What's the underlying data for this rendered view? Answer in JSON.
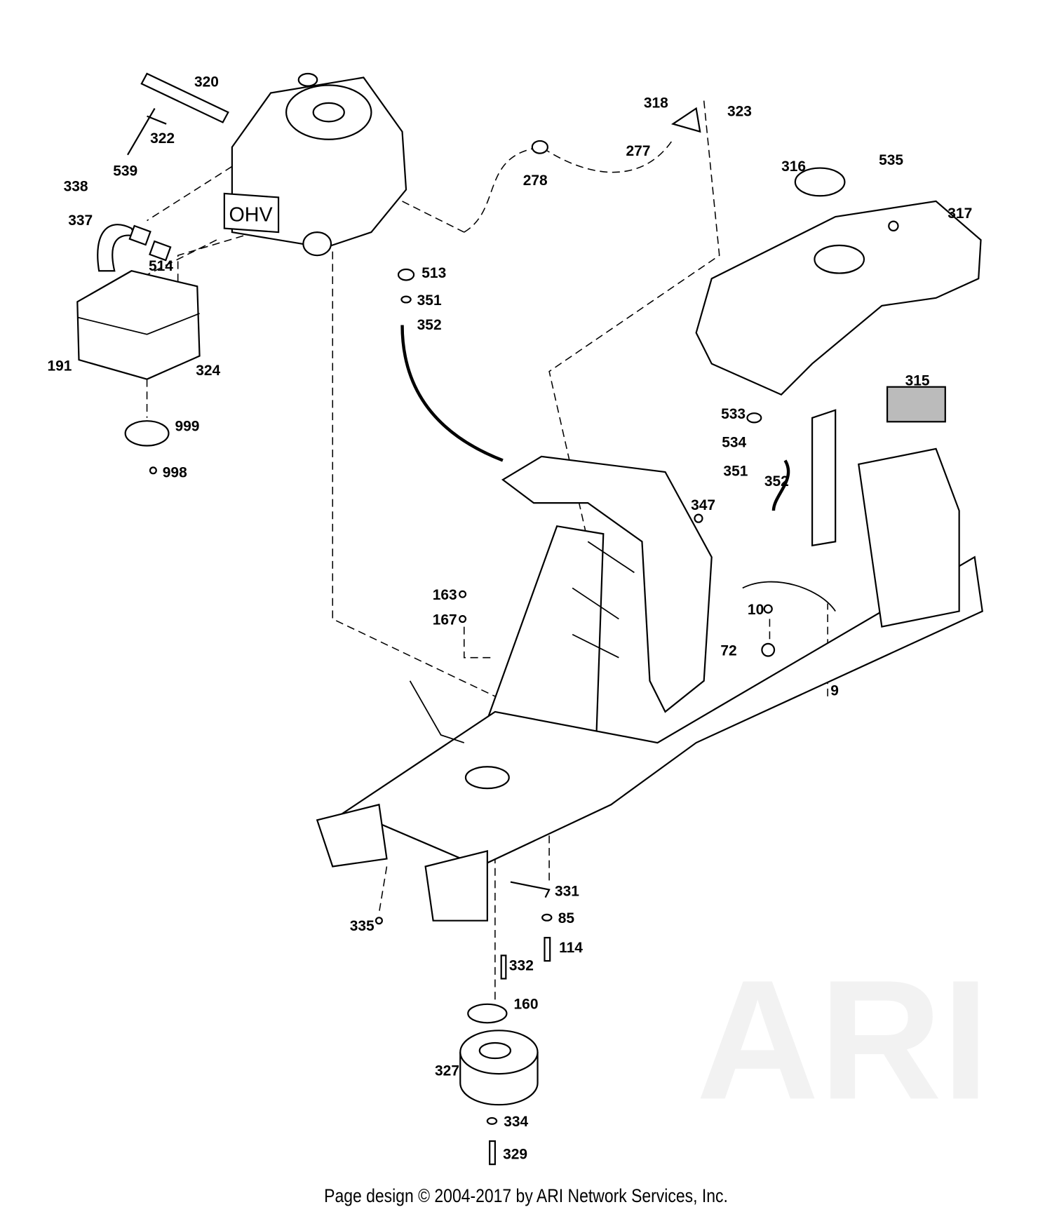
{
  "watermark": "ARI",
  "engine_mark": "OHV",
  "part_labels": [
    "320",
    "539",
    "322",
    "338",
    "337",
    "514",
    "191",
    "324",
    "999",
    "998",
    "513",
    "351",
    "352",
    "278",
    "318",
    "323",
    "277",
    "316",
    "535",
    "317",
    "315",
    "533",
    "534",
    "351",
    "352",
    "347",
    "163",
    "167",
    "10",
    "72",
    "9",
    "331",
    "85",
    "335",
    "114",
    "332",
    "160",
    "327",
    "334",
    "329"
  ],
  "footer": "Page design © 2004-2017 by ARI Network Services, Inc."
}
